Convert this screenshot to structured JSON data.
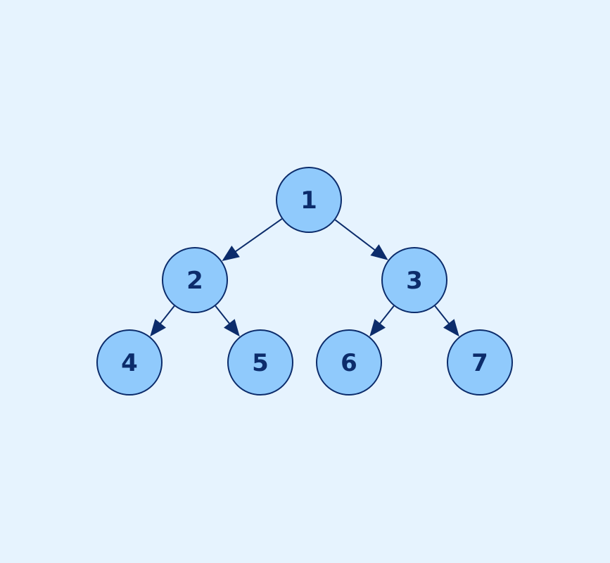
{
  "colors": {
    "background": "#e6f3fe",
    "node_fill": "#90cafc",
    "node_stroke": "#0c2c6b",
    "label": "#0c2c6b",
    "edge": "#0c2c6b"
  },
  "tree": {
    "nodes": [
      {
        "id": "n1",
        "label": "1"
      },
      {
        "id": "n2",
        "label": "2"
      },
      {
        "id": "n3",
        "label": "3"
      },
      {
        "id": "n4",
        "label": "4"
      },
      {
        "id": "n5",
        "label": "5"
      },
      {
        "id": "n6",
        "label": "6"
      },
      {
        "id": "n7",
        "label": "7"
      }
    ],
    "edges": [
      {
        "from": "n1",
        "to": "n2"
      },
      {
        "from": "n1",
        "to": "n3"
      },
      {
        "from": "n2",
        "to": "n4"
      },
      {
        "from": "n2",
        "to": "n5"
      },
      {
        "from": "n3",
        "to": "n6"
      },
      {
        "from": "n3",
        "to": "n7"
      }
    ]
  }
}
